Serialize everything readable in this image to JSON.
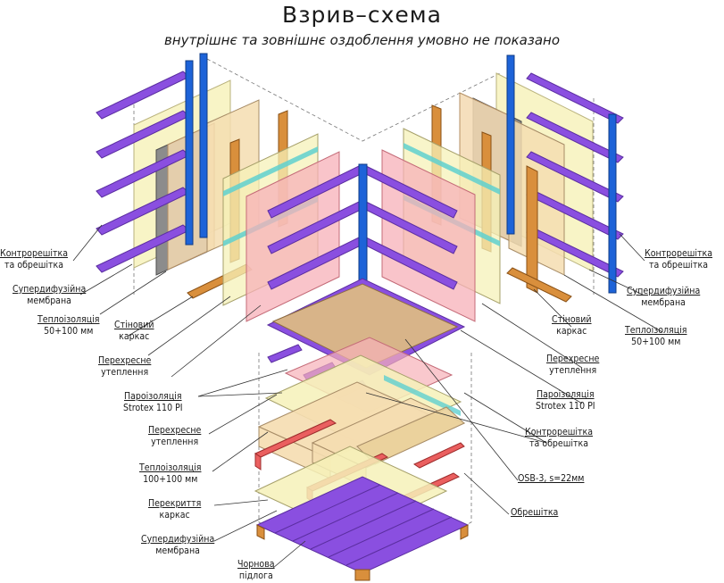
{
  "header": {
    "title": "Взрив–схема",
    "subtitle": "внутрішнє та зовнішнє оздоблення умовно не показано"
  },
  "labels": {
    "left_counter_batten": [
      "Контрорешітка",
      "та обрешітка"
    ],
    "left_membrane": [
      "Супердифузійна",
      "мембрана"
    ],
    "left_insulation": [
      "Теплоізоляція",
      "50+100 мм"
    ],
    "left_frame": [
      "Стіновий",
      "каркас"
    ],
    "left_cross": [
      "Перехресне",
      "утеплення"
    ],
    "left_vapor": [
      "Пароізоляція",
      "Strotex 110 PI"
    ],
    "floor_cross": [
      "Перехресне",
      "утеплення"
    ],
    "floor_insulation": [
      "Теплоізоляція",
      "100+100 мм"
    ],
    "floor_frame": [
      "Перекриття",
      "каркас"
    ],
    "floor_membrane": [
      "Супердифузійна",
      "мембрана"
    ],
    "subfloor": [
      "Чорнова",
      "підлога"
    ],
    "right_counter_batten": [
      "Контрорешітка",
      "та обрешітка"
    ],
    "right_membrane": [
      "Супердифузійна",
      "мембрана"
    ],
    "right_frame": [
      "Стіновий",
      "каркас"
    ],
    "right_insulation": [
      "Теплоізоляція",
      "50+100 мм"
    ],
    "right_cross": [
      "Перехресне",
      "утеплення"
    ],
    "right_vapor": [
      "Пароізоляція",
      "Strotex 110 PI"
    ],
    "center_counter_batten": [
      "Контрорешітка",
      "та обрешітка"
    ],
    "osb": [
      "OSB-3, s=22мм"
    ],
    "lathing": [
      "Обрешітка"
    ]
  },
  "colors": {
    "purple": "#8a4fe0",
    "blue": "#1d63d8",
    "timber": "#d98f3c",
    "membrane": "#f6f1b8",
    "insulation": "#f5ddb0",
    "grey_board": "#8c8c8c",
    "vapor": "#f7b0b8",
    "teal": "#5fd0cf",
    "osb": "#d8b489",
    "red_beam": "#ea5f5f"
  }
}
